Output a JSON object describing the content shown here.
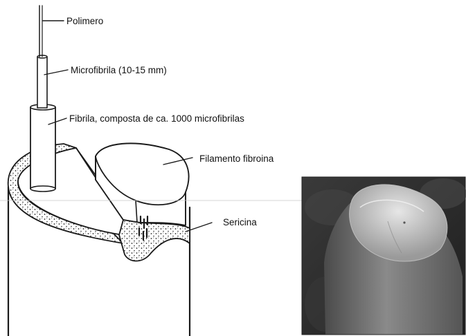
{
  "diagram": {
    "labels": {
      "polimero": "Polimero",
      "microfibrila": "Microfibrila (10-15 mm)",
      "fibrila": "Fibrila, composta de ca. 1000 microfibrilas",
      "filamento": "Filamento fibroina",
      "sericina": "Sericina"
    },
    "colors": {
      "line": "#1a1a1a",
      "paper": "#ffffff",
      "photo_dark": "#2e2e2e",
      "photo_light": "#d9d9d9"
    },
    "icons": [
      "silk-fiber-cross-section-drawing",
      "sem-micrograph-photo"
    ]
  }
}
